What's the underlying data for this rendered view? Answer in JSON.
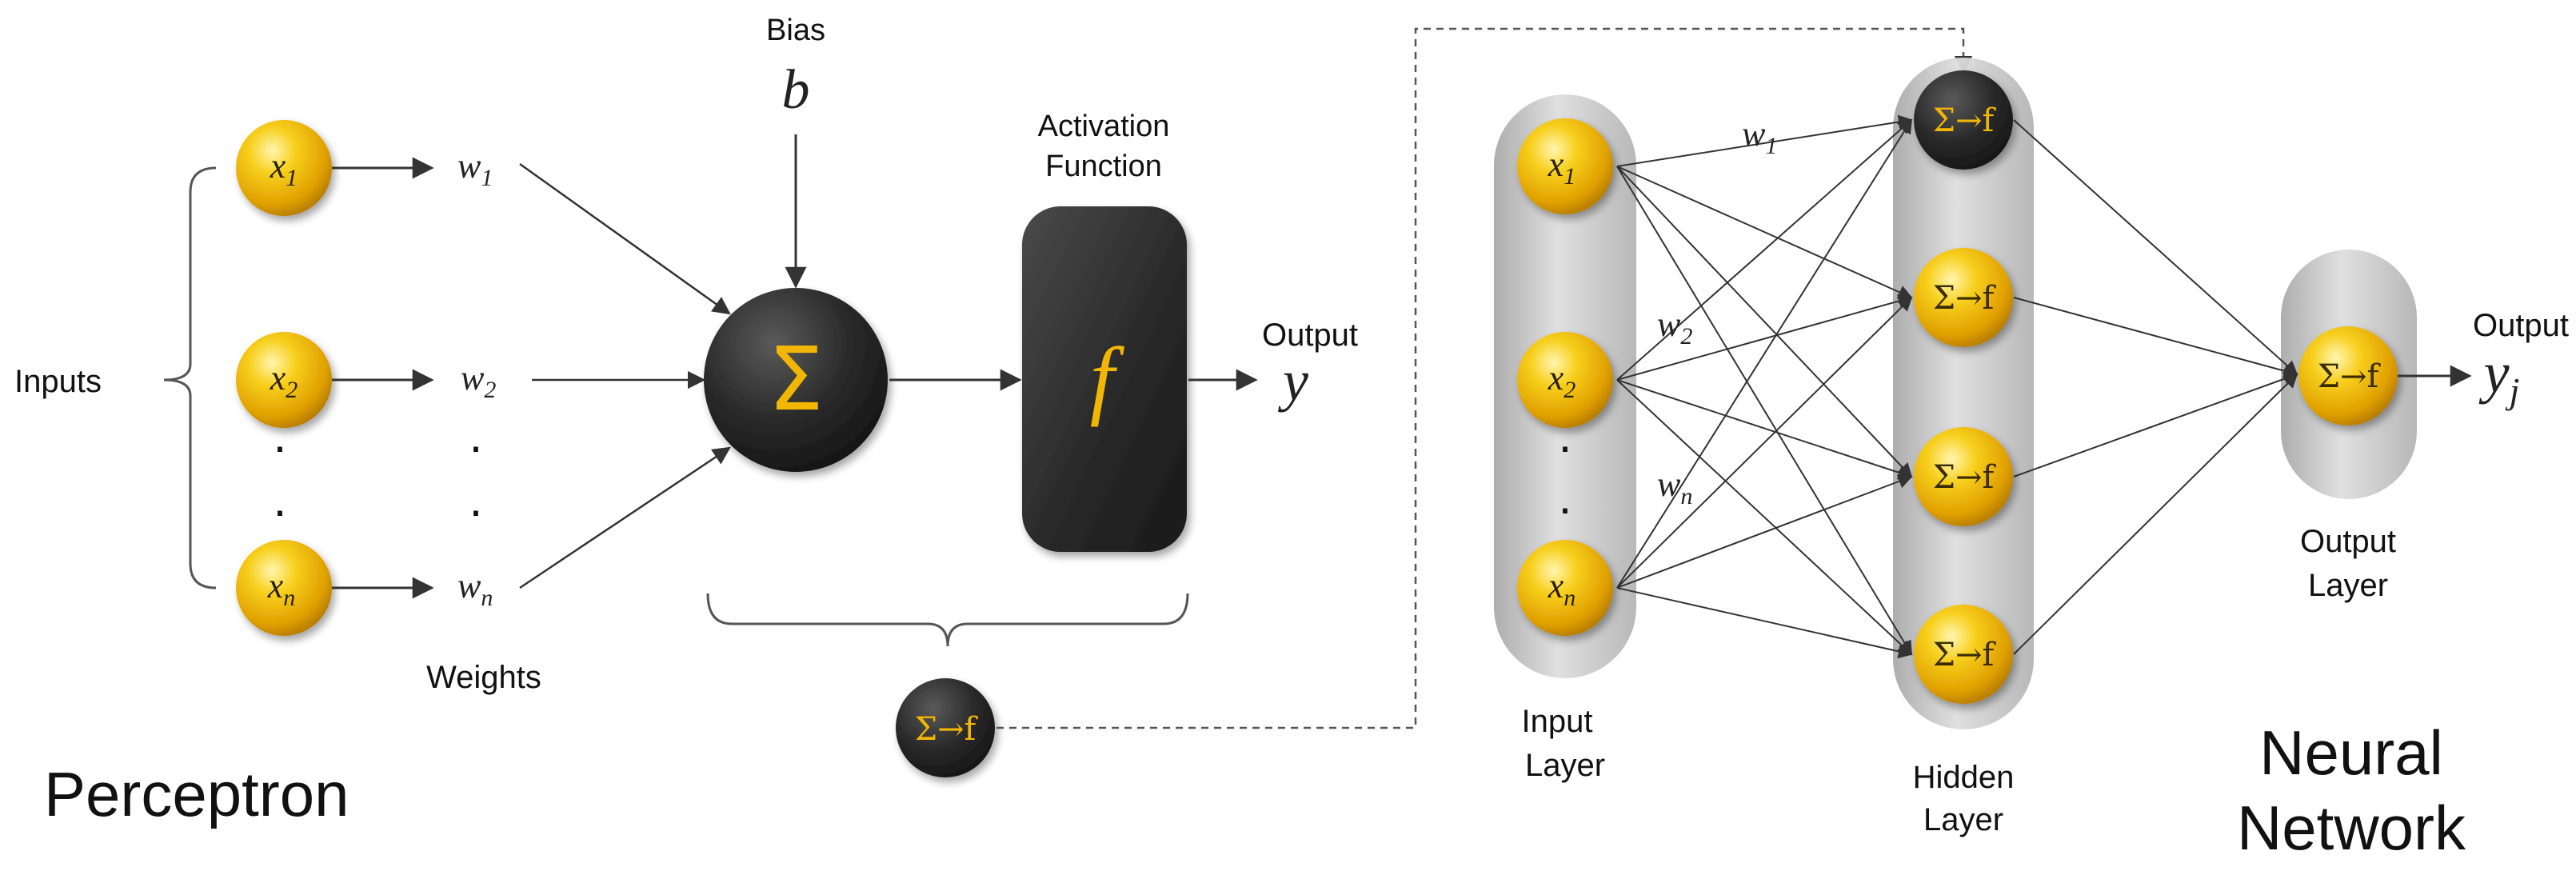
{
  "perceptron": {
    "title": "Perceptron",
    "inputs_label": "Inputs",
    "weights_label": "Weights",
    "bias_label": "Bias",
    "bias_symbol": "b",
    "activation_label_1": "Activation",
    "activation_label_2": "Function",
    "activation_symbol": "f",
    "sum_symbol": "Σ",
    "output_label": "Output",
    "output_symbol": "y",
    "summary_node": "Σ→f",
    "inputs": [
      {
        "base": "x",
        "sub": "1"
      },
      {
        "base": "x",
        "sub": "2"
      },
      {
        "base": "x",
        "sub": "n"
      }
    ],
    "weights": [
      {
        "base": "w",
        "sub": "1"
      },
      {
        "base": "w",
        "sub": "2"
      },
      {
        "base": "w",
        "sub": "n"
      }
    ],
    "ellipsis": "·"
  },
  "network": {
    "title_1": "Neural",
    "title_2": "Network",
    "input_layer_1": "Input",
    "input_layer_2": "Layer",
    "hidden_layer_1": "Hidden",
    "hidden_layer_2": "Layer",
    "output_layer_1": "Output",
    "output_layer_2": "Layer",
    "output_label": "Output",
    "output_symbol_base": "y",
    "output_symbol_sub": "j",
    "inputs": [
      {
        "base": "x",
        "sub": "1"
      },
      {
        "base": "x",
        "sub": "2"
      },
      {
        "base": "x",
        "sub": "n"
      }
    ],
    "weights": [
      {
        "base": "w",
        "sub": "1"
      },
      {
        "base": "w",
        "sub": "2"
      },
      {
        "base": "w",
        "sub": "n"
      }
    ],
    "hidden_node": "Σ→f",
    "output_node": "Σ→f",
    "ellipsis": "·"
  },
  "colors": {
    "node_gold": "#f2b705",
    "node_dark": "#2b2b2b",
    "layer_gray": "#c8c8c8",
    "edge": "#333333"
  }
}
